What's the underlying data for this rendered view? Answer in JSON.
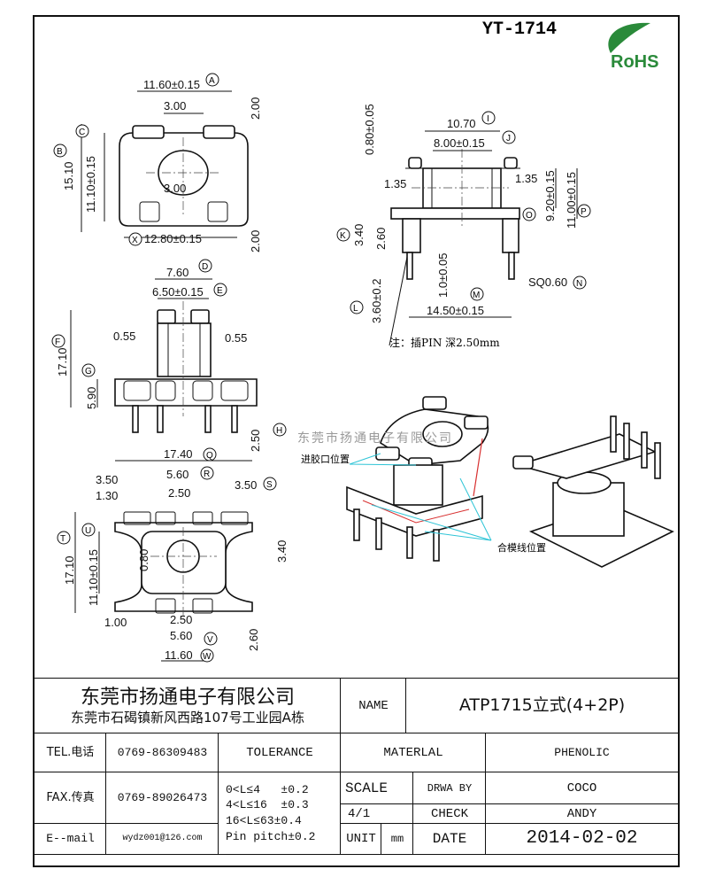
{
  "header": {
    "drawing_no": "YT-1714",
    "logo_text": "RoHS",
    "logo_color": "#2a8a3a"
  },
  "top_view": {
    "w1": "11.60±0.15",
    "a": "A",
    "w2": "3.00",
    "h1": "2.00",
    "b": "B",
    "h2": "15.10",
    "c": "C",
    "h3": "11.10±0.15",
    "w3": "3.00",
    "x": "X",
    "w4": "12.80±0.15",
    "h4": "2.00"
  },
  "front_view": {
    "h1": "0.80±0.05",
    "w1": "10.70",
    "i": "I",
    "w2": "8.00±0.15",
    "j": "J",
    "d1": "1.35",
    "d2": "1.35",
    "h2": "9.20±0.15",
    "o": "O",
    "h3": "11.00±0.15",
    "p": "P",
    "k": "K",
    "h4": "3.40",
    "h5": "2.60",
    "h6": "1.0±0.05",
    "l": "L",
    "h7": "3.60±0.2",
    "m": "M",
    "w3": "14.50±0.15",
    "sq": "SQ0.60",
    "n": "N",
    "note": "注：插PIN 深2.50mm"
  },
  "side_view": {
    "w1": "7.60",
    "d": "D",
    "w2": "6.50±0.15",
    "e": "E",
    "f": "F",
    "h1": "17.10",
    "t1": "0.55",
    "t2": "0.55",
    "g": "G",
    "h2": "5.90",
    "h3": "2.50",
    "h": "H"
  },
  "bottom_view": {
    "w1": "17.40",
    "q": "Q",
    "w2": "3.50",
    "w3": "5.60",
    "r": "R",
    "w4": "1.30",
    "w5": "2.50",
    "w6": "3.50",
    "s": "S",
    "t": "T",
    "h1": "17.10",
    "u": "U",
    "h2": "11.10±0.15",
    "h3": "0.80",
    "h4": "3.40",
    "w7": "2.50",
    "w8": "1.00",
    "w9": "5.60",
    "v": "V",
    "h5": "2.60",
    "w10": "11.60",
    "w": "W"
  },
  "iso_view": {
    "watermark": "东莞市扬通电子有限公司",
    "gate_label": "进胶口位置",
    "parting_label": "合模线位置",
    "gate_color": "#2ec4d6",
    "parting_color": "#d83030"
  },
  "title_block": {
    "company": "东莞市扬通电子有限公司",
    "address": "东莞市石碣镇新风西路107号工业园A栋",
    "name_label": "NAME",
    "name_value": "ATP1715立式(4+2P)",
    "tel_label": "TEL.电话",
    "tel": "0769-86309483",
    "fax_label": "FAX.传真",
    "fax": "0769-89026473",
    "email_label": "E--mail",
    "email": "wydz001@126.com",
    "tolerance_label": "TOLERANCE",
    "tolerances": [
      "0<L≤4   ±0.2",
      "4<L≤16  ±0.3",
      "16<L≤63±0.4",
      "Pin pitch±0.2"
    ],
    "material_label": "MATERLAL",
    "material": "PHENOLIC",
    "scale_label": "SCALE",
    "scale": "4/1",
    "drawn_label": "DRWA BY",
    "drawn": "COCO",
    "check_label": "CHECK",
    "check": "ANDY",
    "unit_label": "UNIT",
    "unit": "mm",
    "date_label": "DATE",
    "date": "2014-02-02"
  }
}
